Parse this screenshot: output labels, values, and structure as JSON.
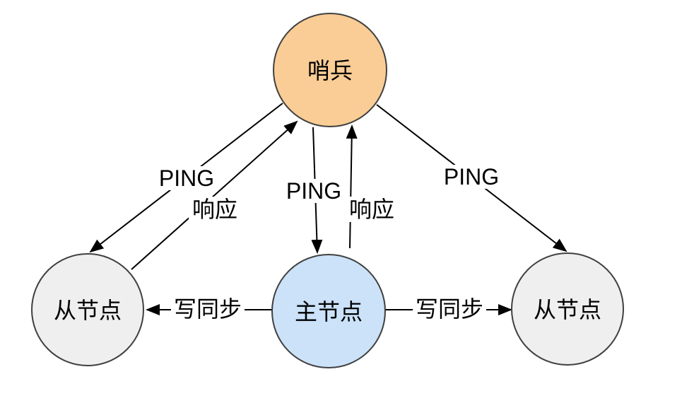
{
  "diagram": {
    "background": "#ffffff",
    "text_color": "#000000",
    "line_color": "#000000",
    "node_stroke": "#404040",
    "nodes": {
      "sentinel": {
        "label": "哨兵",
        "fill": "#F9CD95"
      },
      "slave_left": {
        "label": "从节点",
        "fill": "#EFEFEF"
      },
      "master": {
        "label": "主节点",
        "fill": "#CBE2F9"
      },
      "slave_right": {
        "label": "从节点",
        "fill": "#EFEFEF"
      }
    },
    "edges": {
      "ping_left": {
        "label": "PING",
        "from": "sentinel",
        "to": "slave_left"
      },
      "response_left": {
        "label": "响应",
        "from": "slave_left",
        "to": "sentinel"
      },
      "ping_center": {
        "label": "PING",
        "from": "sentinel",
        "to": "master"
      },
      "response_center": {
        "label": "响应",
        "from": "master",
        "to": "sentinel"
      },
      "ping_right": {
        "label": "PING",
        "from": "sentinel",
        "to": "slave_right"
      },
      "write_sync_left": {
        "label": "写同步",
        "from": "master",
        "to": "slave_left"
      },
      "write_sync_right": {
        "label": "写同步",
        "from": "master",
        "to": "slave_right"
      }
    }
  }
}
